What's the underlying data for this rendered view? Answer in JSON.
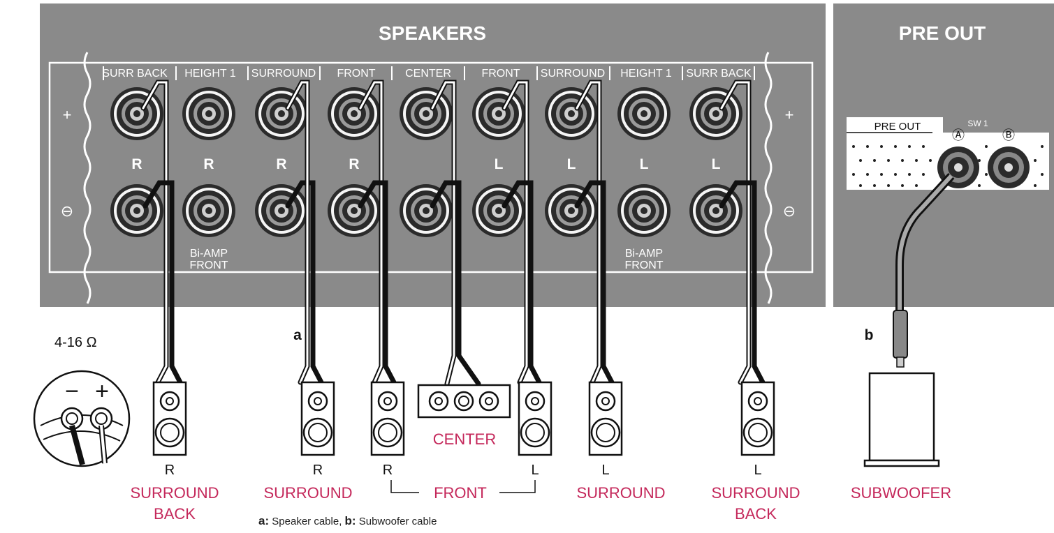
{
  "panel": {
    "speakers_title": "SPEAKERS",
    "preout_title": "PRE OUT",
    "plus_symbol": "+",
    "minus_symbol": "⊖",
    "terminal_groups": [
      "SURR BACK",
      "HEIGHT 1",
      "SURROUND",
      "FRONT",
      "CENTER",
      "FRONT",
      "SURROUND",
      "HEIGHT 1",
      "SURR BACK"
    ],
    "channel_letters": [
      "R",
      "R",
      "R",
      "R",
      "L",
      "L",
      "L",
      "L"
    ],
    "biamp_label_line1": "Bi-AMP",
    "biamp_label_line2": "FRONT"
  },
  "preout_jacks": {
    "strip_label": "PRE OUT",
    "sw_label": "SW 1",
    "jack_a": "Ⓐ",
    "jack_b": "Ⓑ"
  },
  "impedance": "4-16 Ω",
  "polarity": {
    "minus": "−",
    "plus": "+"
  },
  "cable_markers": {
    "a": "a",
    "b": "b"
  },
  "speakers": {
    "surround_back_r": {
      "side": "R",
      "line1": "SURROUND",
      "line2": "BACK"
    },
    "surround_r": {
      "side": "R",
      "line1": "SURROUND"
    },
    "front_r": {
      "side": "R"
    },
    "center": {
      "label": "CENTER"
    },
    "front_l": {
      "side": "L"
    },
    "front_label": "FRONT",
    "surround_l": {
      "side": "L",
      "line1": "SURROUND"
    },
    "surround_back_l": {
      "side": "L",
      "line1": "SURROUND",
      "line2": "BACK"
    },
    "subwoofer": {
      "label": "SUBWOOFER"
    }
  },
  "caption": {
    "a_key": "a:",
    "a_text": " Speaker cable, ",
    "b_key": "b:",
    "b_text": " Subwoofer cable"
  },
  "colors": {
    "panel_gray": "#8a8a8a",
    "label_red": "#c4275a",
    "terminal_dark": "#2b2b2b",
    "cable": "#111111"
  }
}
